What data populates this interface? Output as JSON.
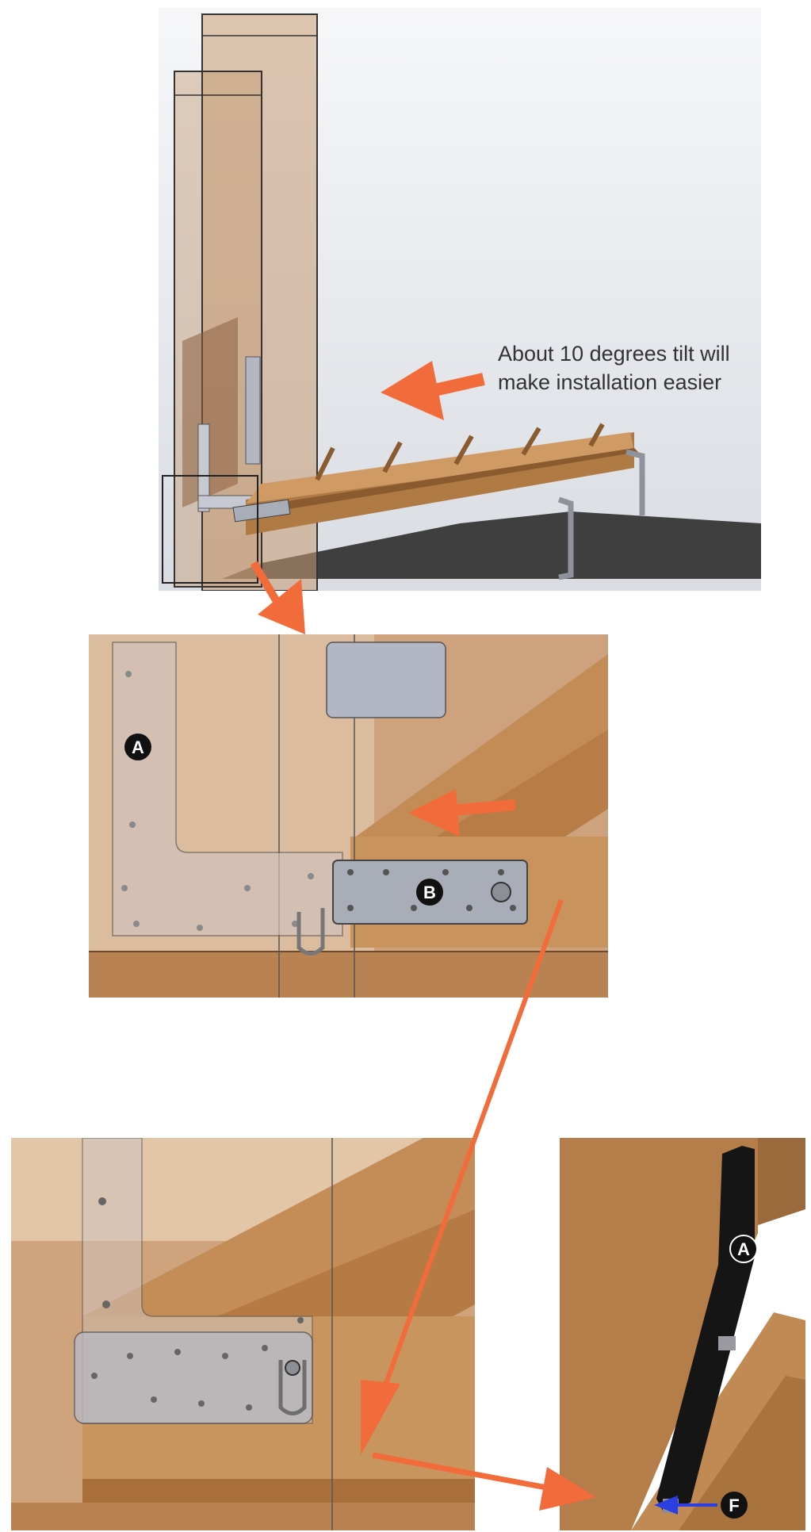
{
  "caption": {
    "line1": "About 10 degrees  tilt will",
    "line2": "make installation easier"
  },
  "badges": {
    "detail_bracket": "A",
    "detail_plate": "B",
    "side_bracket": "A",
    "side_fastener": "F"
  },
  "colors": {
    "callout_arrow": "#F26B3A",
    "pointer_arrow": "#2B3FE0",
    "wood": "#B9824E",
    "metal_plate": "#A9ADB8",
    "badge": "#111111"
  }
}
